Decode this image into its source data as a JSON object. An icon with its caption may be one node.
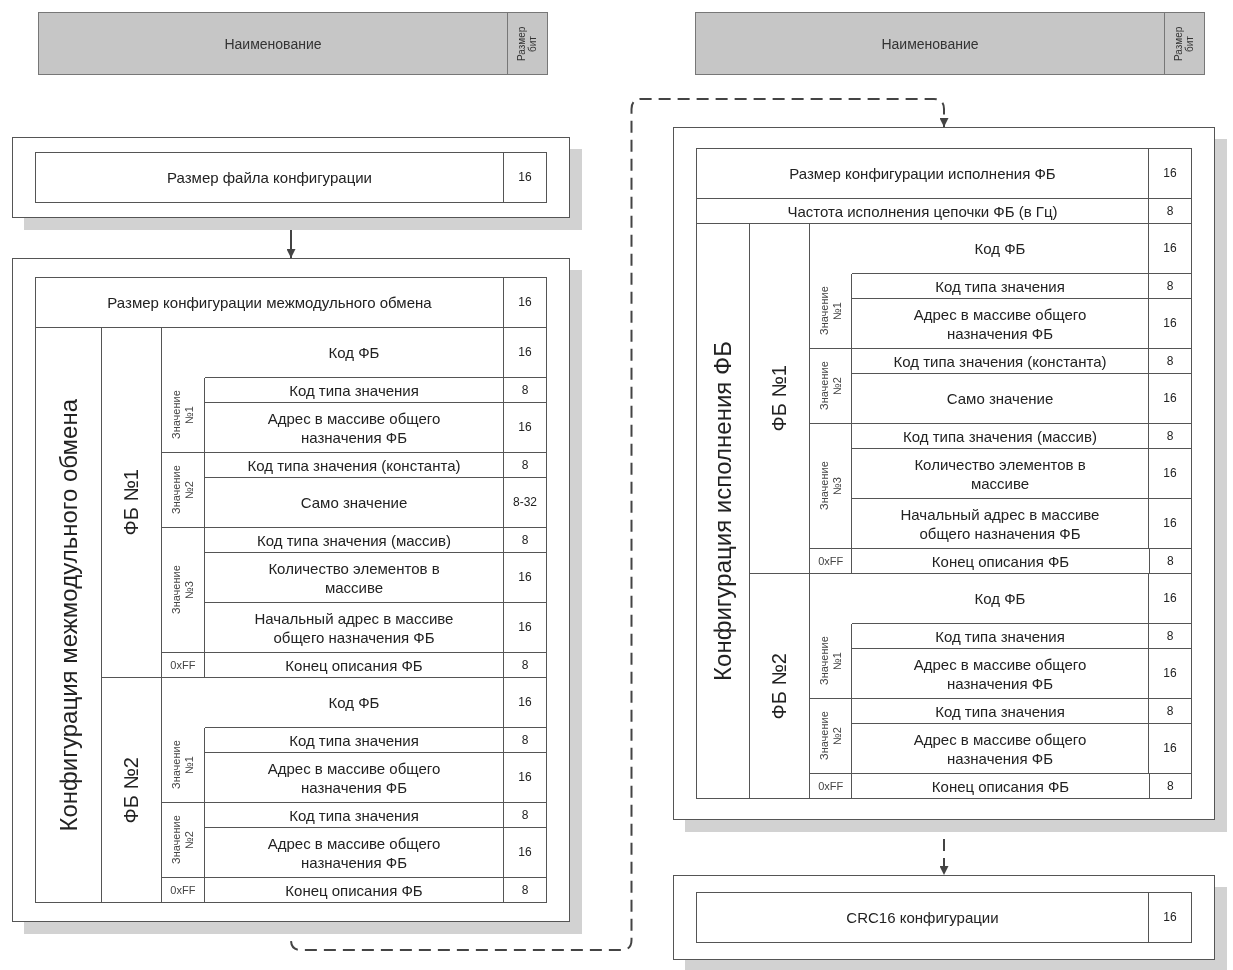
{
  "diagram": {
    "nodes": [
      {
        "text": [
          "Наименование",
          "Размер бит"
        ]
      },
      {
        "text": [
          "Наименование",
          "Размер бит"
        ]
      },
      {
        "text": [],
        "shape": "box"
      },
      {
        "text": [
          "Размер файла конфигурации",
          "16"
        ],
        "in": 2
      },
      {
        "text": [],
        "shape": "box"
      },
      {
        "text": [
          "Размер конфигурации межмодульного обмена",
          "16"
        ],
        "in": 4
      },
      {
        "text": [
          "Конфигурация межмодульного обмена"
        ],
        "in": 4
      },
      {
        "text": [
          "ФБ №1"
        ],
        "in": 4
      },
      {
        "text": [
          "Код ФБ",
          "16"
        ],
        "in": 4
      },
      {
        "text": [
          "Значение №1"
        ],
        "in": 4
      },
      {
        "text": [
          "Код типа значения",
          "8"
        ],
        "in": 4
      },
      {
        "text": [
          "Адрес в массиве общего назначения ФБ",
          "16"
        ],
        "in": 4
      },
      {
        "text": [
          "Значение №2"
        ],
        "in": 4
      },
      {
        "text": [
          "Код типа значения (константа)",
          "8"
        ],
        "in": 4
      },
      {
        "text": [
          "Само значение",
          "8-32"
        ],
        "in": 4
      },
      {
        "text": [
          "Значение №3"
        ],
        "in": 4
      },
      {
        "text": [
          "Код типа значения (массив)",
          "8"
        ],
        "in": 4
      },
      {
        "text": [
          "Количество элементов в массиве",
          "16"
        ],
        "in": 4
      },
      {
        "text": [
          "Начальный адрес в массиве общего назначения ФБ",
          "16"
        ],
        "in": 4
      },
      {
        "text": [
          "0xFF",
          "Конец описания ФБ",
          "8"
        ],
        "in": 4
      },
      {
        "text": [
          "ФБ №2"
        ],
        "in": 4
      },
      {
        "text": [
          "Код ФБ",
          "16"
        ],
        "in": 4
      },
      {
        "text": [
          "Значение №1"
        ],
        "in": 4
      },
      {
        "text": [
          "Код типа значения",
          "8"
        ],
        "in": 4
      },
      {
        "text": [
          "Адрес в массиве общего назначения ФБ",
          "16"
        ],
        "in": 4
      },
      {
        "text": [
          "Значение №2"
        ],
        "in": 4
      },
      {
        "text": [
          "Код типа значения",
          "8"
        ],
        "in": 4
      },
      {
        "text": [
          "Адрес в массиве общего назначения ФБ",
          "16"
        ],
        "in": 4
      },
      {
        "text": [
          "0xFF",
          "Конец описания ФБ",
          "8"
        ],
        "in": 4
      },
      {
        "text": [],
        "shape": "box"
      },
      {
        "text": [
          "Размер конфигурации исполнения ФБ",
          "16"
        ],
        "in": 29
      },
      {
        "text": [
          "Частота исполнения цепочки ФБ (в Гц)",
          "8"
        ],
        "in": 29
      },
      {
        "text": [
          "Конфигурация исполнения ФБ"
        ],
        "in": 29
      },
      {
        "text": [
          "ФБ №1"
        ],
        "in": 29
      },
      {
        "text": [
          "Код ФБ",
          "16"
        ],
        "in": 29
      },
      {
        "text": [
          "Значение №1"
        ],
        "in": 29
      },
      {
        "text": [
          "Код типа значения",
          "8"
        ],
        "in": 29
      },
      {
        "text": [
          "Адрес в массиве общего назначения ФБ",
          "16"
        ],
        "in": 29
      },
      {
        "text": [
          "Значение №2"
        ],
        "in": 29
      },
      {
        "text": [
          "Код типа значения (константа)",
          "8"
        ],
        "in": 29
      },
      {
        "text": [
          "Само значение",
          "16"
        ],
        "in": 29
      },
      {
        "text": [
          "Значение №3"
        ],
        "in": 29
      },
      {
        "text": [
          "Код типа значения (массив)",
          "8"
        ],
        "in": 29
      },
      {
        "text": [
          "Количество элементов в массиве",
          "16"
        ],
        "in": 29
      },
      {
        "text": [
          "Начальный адрес в массиве общего назначения ФБ",
          "16"
        ],
        "in": 29
      },
      {
        "text": [
          "0xFF",
          "Конец описания ФБ",
          "8"
        ],
        "in": 29
      },
      {
        "text": [
          "ФБ №2"
        ],
        "in": 29
      },
      {
        "text": [
          "Код ФБ",
          "16"
        ],
        "in": 29
      },
      {
        "text": [
          "Значение №1"
        ],
        "in": 29
      },
      {
        "text": [
          "Код типа значения",
          "8"
        ],
        "in": 29
      },
      {
        "text": [
          "Адрес в массиве общего назначения ФБ",
          "16"
        ],
        "in": 29
      },
      {
        "text": [
          "Значение №2"
        ],
        "in": 29
      },
      {
        "text": [
          "Код типа значения",
          "8"
        ],
        "in": 29
      },
      {
        "text": [
          "Адрес в массиве общего назначения ФБ",
          "16"
        ],
        "in": 29
      },
      {
        "text": [
          "0xFF",
          "Конец описания ФБ",
          "8"
        ],
        "in": 29
      },
      {
        "text": [],
        "shape": "box"
      },
      {
        "text": [
          "CRC16 конфигурации",
          "16"
        ],
        "in": 55
      }
    ],
    "edges": [
      {
        "from": 2,
        "to": 4,
        "arrow": "to"
      },
      {
        "from": 4,
        "to": 29,
        "arrow": "to",
        "style": "dashed"
      },
      {
        "from": 29,
        "to": 55,
        "arrow": "to",
        "style": "dashed"
      }
    ]
  }
}
